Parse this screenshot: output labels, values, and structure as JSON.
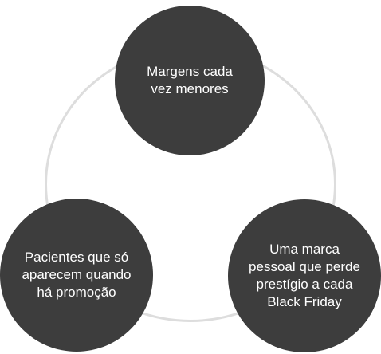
{
  "diagram": {
    "nodes": [
      {
        "id": "top",
        "label": "Margens cada\nvez menores"
      },
      {
        "id": "left",
        "label": "Pacientes que só\naparecem quando\nhá promoção"
      },
      {
        "id": "right",
        "label": "Uma marca\npessoal que perde\nprestígio a cada\nBlack Friday"
      }
    ]
  },
  "colors": {
    "node_fill": "#3d3d3d",
    "node_text": "#ffffff",
    "ring_stroke": "#dddddd",
    "background": "#ffffff"
  }
}
